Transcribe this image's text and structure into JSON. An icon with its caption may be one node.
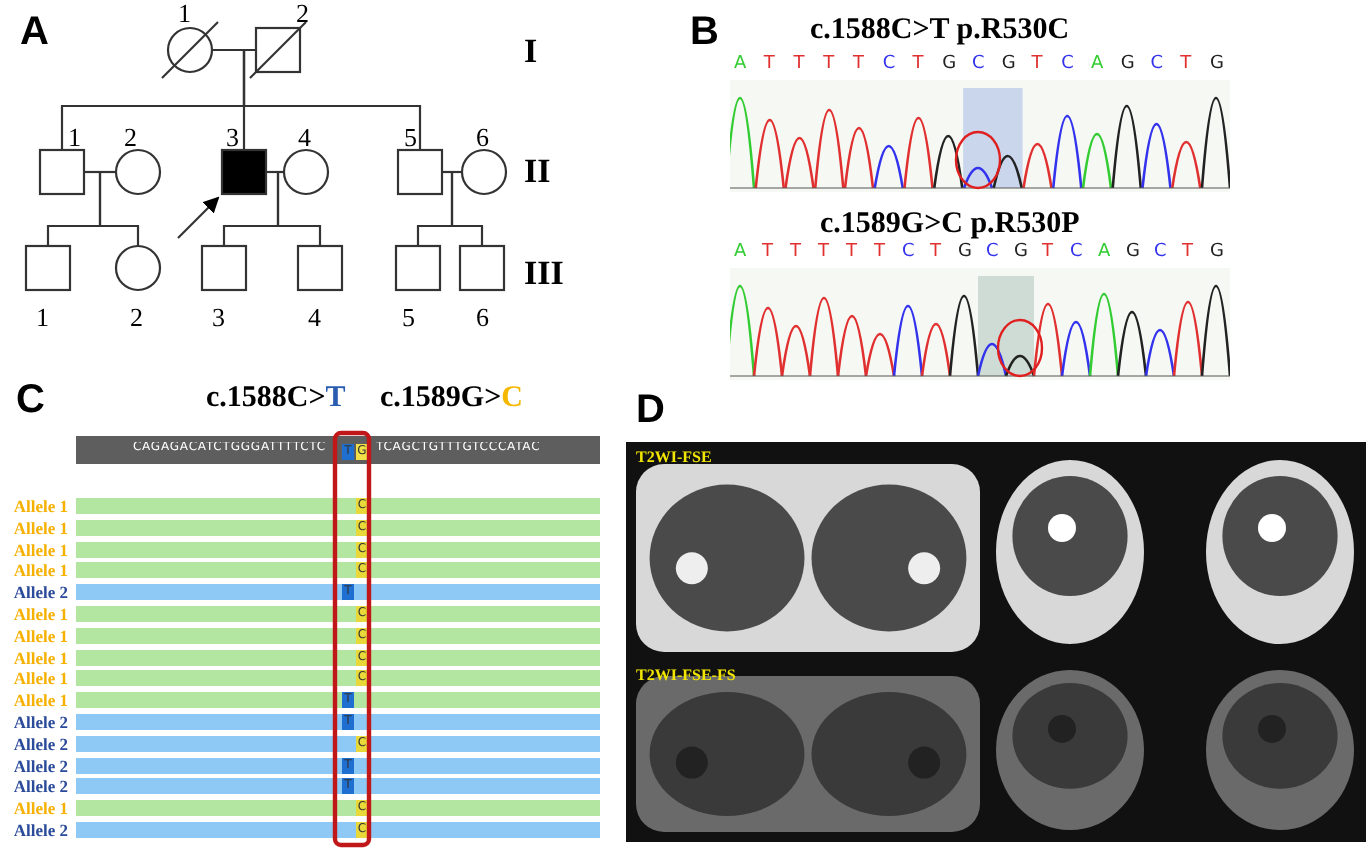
{
  "diagram": {
    "nodes": [
      {
        "text": [],
        "shape": "circle",
        "beside": [
          "1"
        ]
      },
      {
        "text": [],
        "shape": "box",
        "beside": [
          "2"
        ]
      },
      {
        "text": [],
        "shape": "box",
        "beside": [
          "1"
        ]
      },
      {
        "text": [],
        "shape": "circle",
        "beside": [
          "2"
        ]
      },
      {
        "text": [],
        "shape": "box",
        "beside": [
          "3"
        ]
      },
      {
        "text": [],
        "shape": "circle",
        "beside": [
          "4"
        ]
      },
      {
        "text": [],
        "shape": "box",
        "beside": [
          "5"
        ]
      },
      {
        "text": [],
        "shape": "circle",
        "beside": [
          "6"
        ]
      },
      {
        "text": [],
        "shape": "box",
        "beside": [
          "1"
        ]
      },
      {
        "text": [],
        "shape": "circle",
        "beside": [
          "2"
        ]
      },
      {
        "text": [],
        "shape": "box",
        "beside": [
          "3"
        ]
      },
      {
        "text": [],
        "shape": "box",
        "beside": [
          "4"
        ]
      },
      {
        "text": [],
        "shape": "box",
        "beside": [
          "5"
        ]
      },
      {
        "text": [],
        "shape": "box",
        "beside": [
          "6"
        ]
      }
    ],
    "edges": [
      {
        "from": 0,
        "to": 1,
        "arrow": "none"
      },
      {
        "from": 2,
        "to": 3,
        "arrow": "none"
      },
      {
        "from": 4,
        "to": 5,
        "arrow": "none"
      },
      {
        "from": 6,
        "to": 7,
        "arrow": "none"
      },
      {
        "from": 1,
        "to": 2,
        "arrow": "none"
      },
      {
        "from": 1,
        "to": 4,
        "arrow": "none"
      },
      {
        "from": 1,
        "to": 6,
        "arrow": "none"
      },
      {
        "from": 2,
        "to": 8,
        "arrow": "none"
      },
      {
        "from": 2,
        "to": 9,
        "arrow": "none"
      },
      {
        "from": 5,
        "to": 10,
        "arrow": "none"
      },
      {
        "from": 5,
        "to": 11,
        "arrow": "none"
      },
      {
        "from": 6,
        "to": 12,
        "arrow": "none"
      },
      {
        "from": 6,
        "to": 13,
        "arrow": "none"
      },
      {
        "from": null,
        "to": 4,
        "arrow": "to"
      }
    ],
    "labels": [
      "A",
      "I",
      "II",
      "III",
      "B",
      "c.1588C>T p.R530C",
      "A T T T T C T G C G T C A G C T G",
      "c.1589G>C p.R530P",
      "A T T T T T C T G C G T C A G C T G",
      "C",
      "c.1588C>T",
      "c.1589G>C",
      "CAGAGACATCTGGGATTTTCTC",
      "T",
      "G",
      "TCAGCTGTTTGTCCCATAC",
      "Allele 1",
      "C",
      "Allele 1",
      "C",
      "Allele 1",
      "C",
      "Allele 1",
      "C",
      "Allele 2",
      "T",
      "Allele 1",
      "C",
      "Allele 1",
      "C",
      "Allele 1",
      "C",
      "Allele 1",
      "C",
      "Allele 1",
      "T",
      "Allele 2",
      "T",
      "Allele 2",
      "C",
      "Allele 2",
      "T",
      "Allele 2",
      "T",
      "Allele 1",
      "C",
      "Allele 2",
      "C",
      "D",
      "T2WI-FSE",
      "T2WI-FSE-FS"
    ]
  }
}
